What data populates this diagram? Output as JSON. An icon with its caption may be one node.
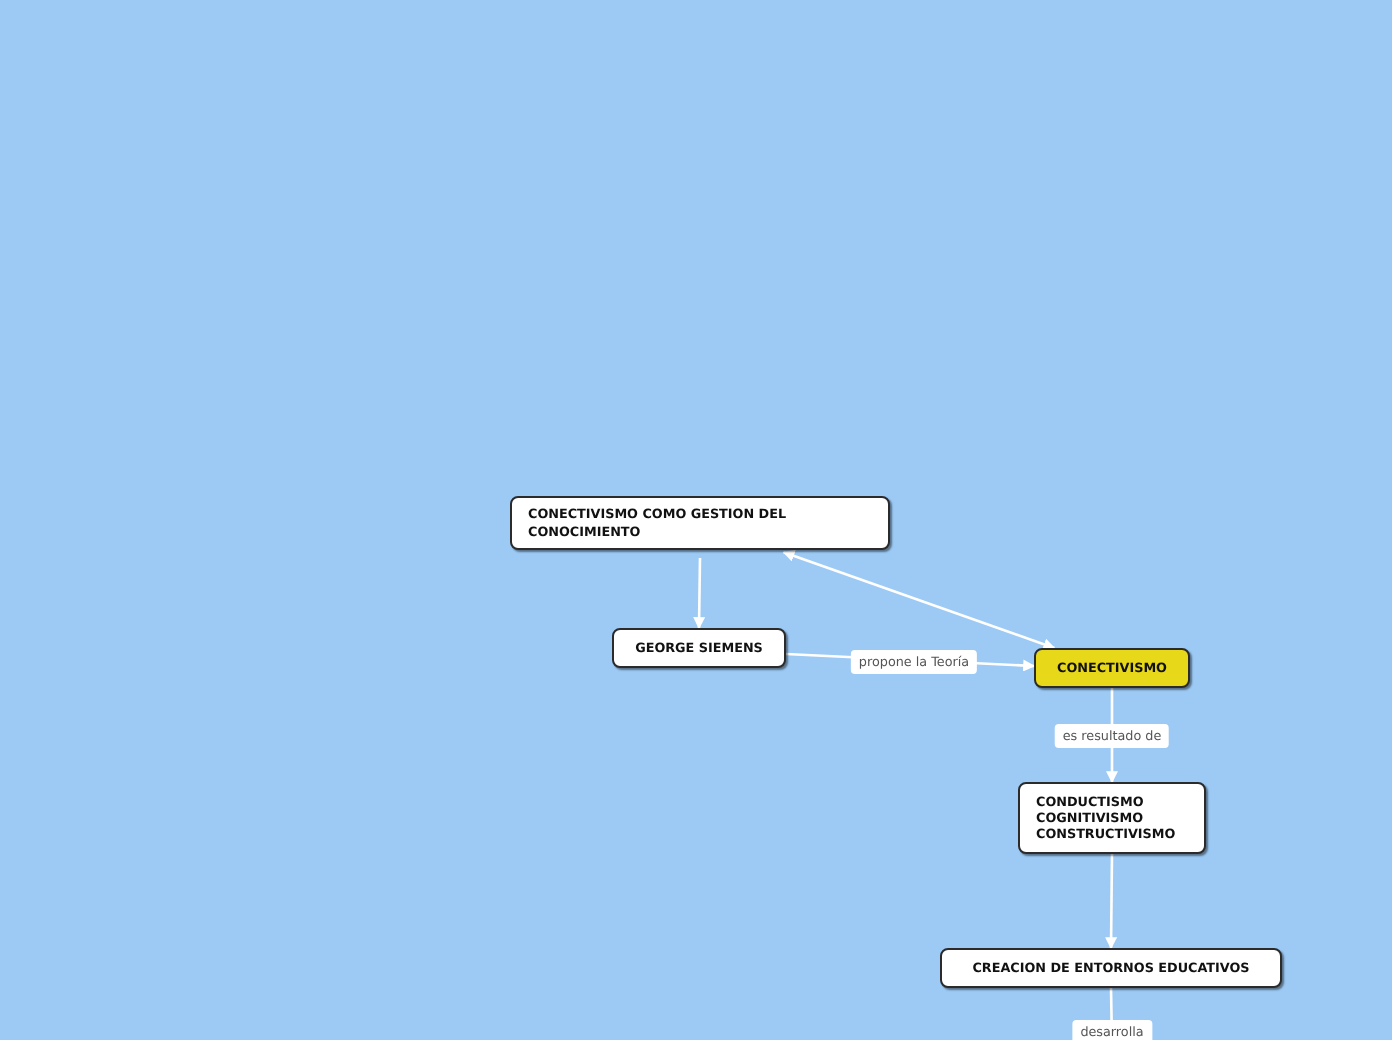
{
  "diagram": {
    "nodes": [
      {
        "text": [
          "CONECTIVISMO COMO GESTION DEL CONOCIMIENTO"
        ]
      },
      {
        "text": [
          "GEORGE SIEMENS"
        ]
      },
      {
        "text": [
          "CONECTIVISMO"
        ]
      },
      {
        "text": [
          "CONDUCTISMO COGNITIVISMO CONSTRUCTIVISMO"
        ]
      },
      {
        "text": [
          "CREACION DE ENTORNOS EDUCATIVOS"
        ]
      }
    ],
    "edges": [
      {
        "from": 0,
        "to": 1,
        "arrow": "to"
      },
      {
        "from": 0,
        "to": 2,
        "arrow": "both"
      },
      {
        "from": 1,
        "to": 2,
        "arrow": "to",
        "label": "propone la Teoría"
      },
      {
        "from": 2,
        "to": 3,
        "arrow": "to",
        "label": "es resultado de"
      },
      {
        "from": 3,
        "to": 4,
        "arrow": "to"
      },
      {
        "from": 4,
        "to": null,
        "arrow": "none",
        "label": "desarrolla"
      }
    ]
  }
}
